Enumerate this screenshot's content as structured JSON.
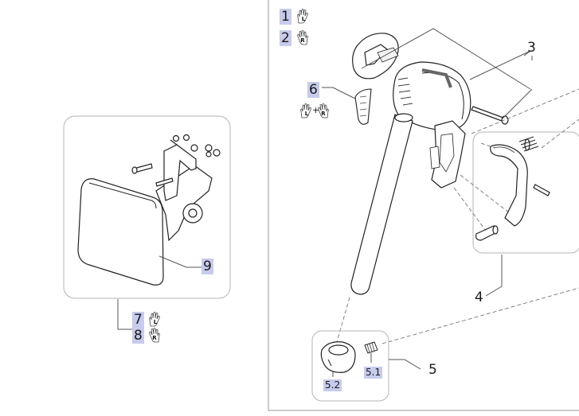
{
  "callouts": {
    "n1": "1",
    "n2": "2",
    "n3": "3",
    "n4": "4",
    "n5": "5",
    "n5_1": "5.1",
    "n5_2": "5.2",
    "n6": "6",
    "n7": "7",
    "n8": "8",
    "n9": "9"
  },
  "hand_badges": {
    "left": "L",
    "right": "R",
    "plus": "+"
  },
  "colors": {
    "label_highlight": "#c7cbec",
    "frame_line": "#999999",
    "part_outline": "#222222"
  },
  "icons": [
    "left-hand-icon",
    "right-hand-icon"
  ]
}
